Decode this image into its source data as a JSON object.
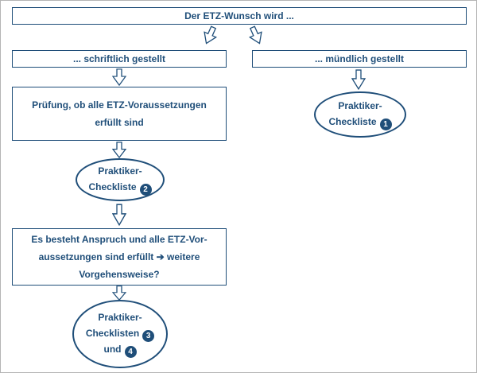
{
  "colors": {
    "accent": "#1f4e79"
  },
  "nodes": {
    "top": {
      "label": "Der ETZ-Wunsch wird ..."
    },
    "written": {
      "label": "... schriftlich gestellt"
    },
    "oral": {
      "label": "... mündlich gestellt"
    },
    "pruefung": {
      "line1": "Prüfung, ob alle ETZ-Voraussetzungen",
      "line2": "erfüllt sind"
    },
    "checkliste1": {
      "line1": "Praktiker-",
      "line2": "Checkliste",
      "num": "1"
    },
    "checkliste2": {
      "line1": "Praktiker-",
      "line2": "Checkliste",
      "num": "2"
    },
    "anspruch": {
      "line1": "Es besteht Anspruch und alle ETZ-Vor-",
      "line2": "aussetzungen sind erfüllt ➔ weitere",
      "line3": "Vorgehensweise?"
    },
    "checklisten34": {
      "line1": "Praktiker-",
      "line2": "Checklisten",
      "num1": "3",
      "conj": "und",
      "num2": "4"
    }
  }
}
